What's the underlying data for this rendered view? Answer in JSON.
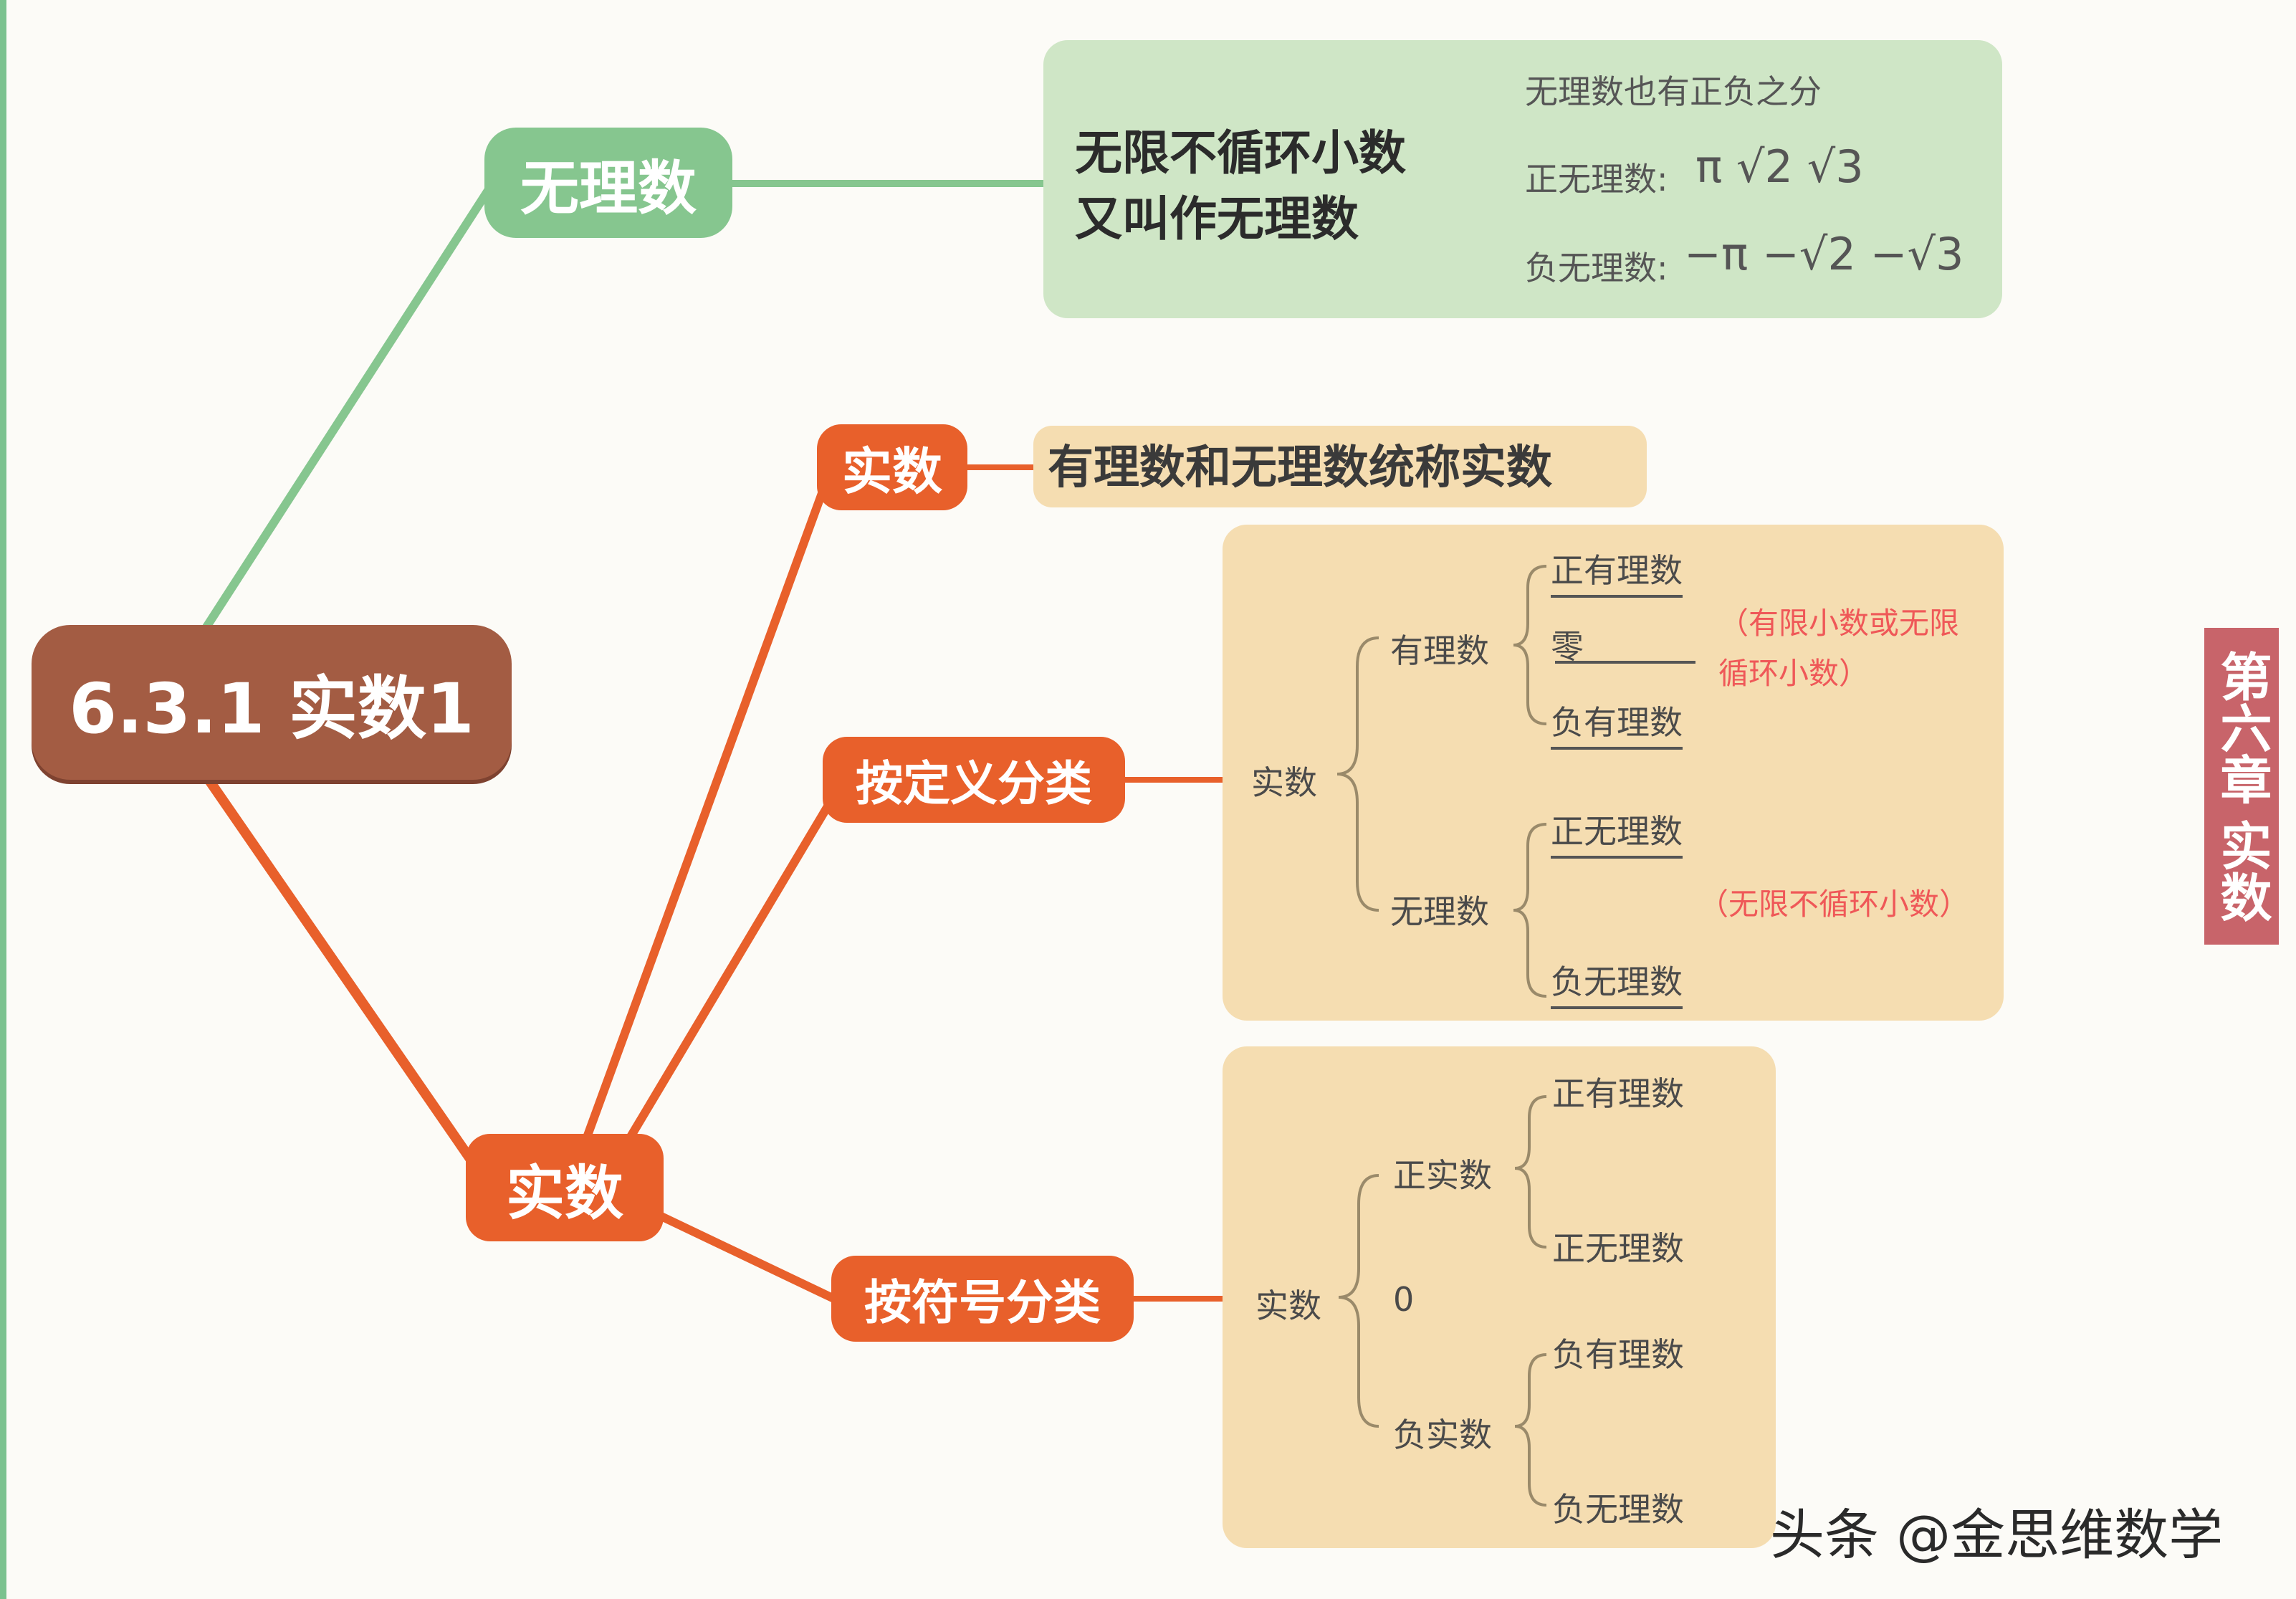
{
  "root": {
    "title": "6.3.1 实数1"
  },
  "irrational": {
    "label": "无理数",
    "definition_line1": "无限不循环小数",
    "definition_line2": "又叫作无理数",
    "note": "无理数也有正负之分",
    "positive_label": "正无理数:",
    "positive_values": "π  √2  √3",
    "negative_label": "负无理数:",
    "negative_values": "−π  −√2  −√3"
  },
  "real": {
    "label": "实数",
    "definition": {
      "label": "实数",
      "text": "有理数和无理数统称实数"
    },
    "by_definition": {
      "label": "按定义分类",
      "root": "实数",
      "rational": "有理数",
      "rational_items": [
        "正有理数",
        "零",
        "负有理数"
      ],
      "rational_note_line1": "（有限小数或无限",
      "rational_note_line2": "循环小数）",
      "irrational": "无理数",
      "irrational_items": [
        "正无理数",
        "负无理数"
      ],
      "irrational_note": "（无限不循环小数）"
    },
    "by_sign": {
      "label": "按符号分类",
      "root": "实数",
      "positive": "正实数",
      "positive_items": [
        "正有理数",
        "正无理数"
      ],
      "zero": "0",
      "negative": "负实数",
      "negative_items": [
        "负有理数",
        "负无理数"
      ]
    }
  },
  "side_tab": {
    "line1": "第六章",
    "line2": "实数"
  },
  "watermark": "头条 @金思维数学",
  "colors": {
    "root": "#a35c43",
    "green": "#86c68f",
    "orange": "#e8602b",
    "green_box": "#cfe6c6",
    "tan_box": "#f5ddb1",
    "note_red": "#ef5858",
    "side_tab": "#c8646a"
  }
}
